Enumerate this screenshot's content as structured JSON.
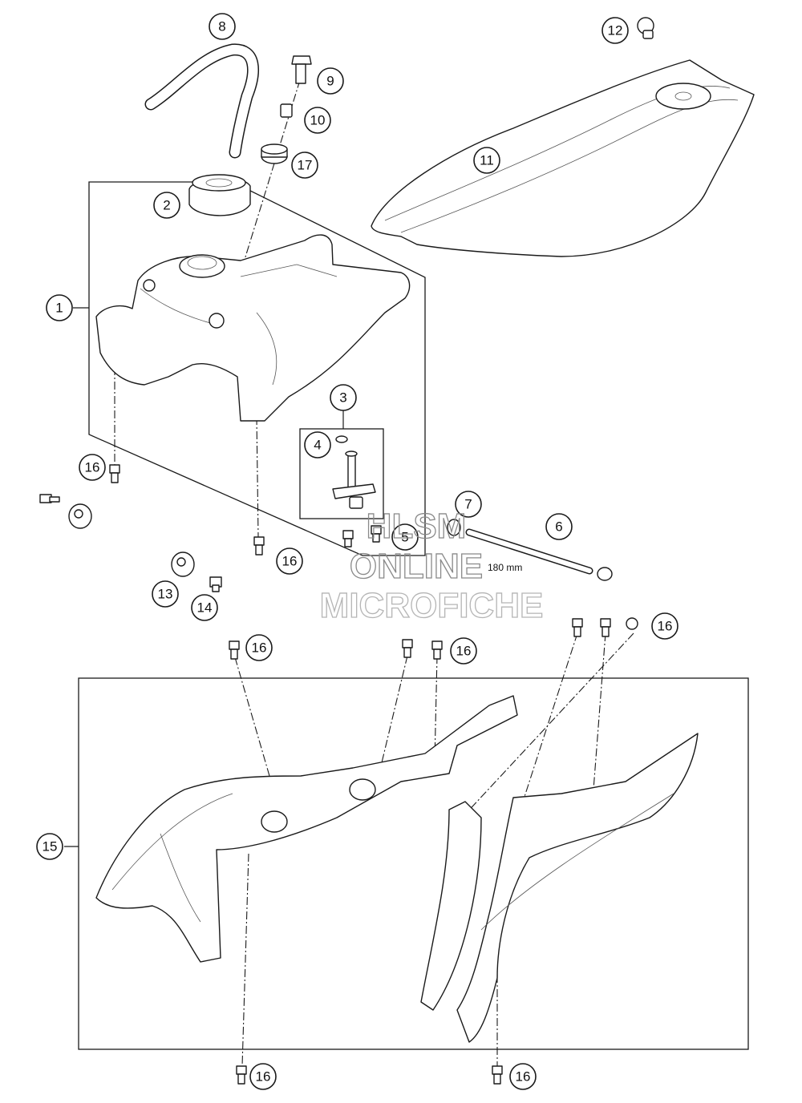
{
  "callouts": [
    {
      "id": "c1",
      "label": "1"
    },
    {
      "id": "c2",
      "label": "2"
    },
    {
      "id": "c3",
      "label": "3"
    },
    {
      "id": "c4",
      "label": "4"
    },
    {
      "id": "c5",
      "label": "5"
    },
    {
      "id": "c6",
      "label": "6"
    },
    {
      "id": "c7",
      "label": "7"
    },
    {
      "id": "c8",
      "label": "8"
    },
    {
      "id": "c9",
      "label": "9"
    },
    {
      "id": "c10",
      "label": "10"
    },
    {
      "id": "c11",
      "label": "11"
    },
    {
      "id": "c12",
      "label": "12"
    },
    {
      "id": "c13",
      "label": "13"
    },
    {
      "id": "c14",
      "label": "14"
    },
    {
      "id": "c15",
      "label": "15"
    },
    {
      "id": "c16a",
      "label": "16"
    },
    {
      "id": "c16b",
      "label": "16"
    },
    {
      "id": "c16c",
      "label": "16"
    },
    {
      "id": "c16d",
      "label": "16"
    },
    {
      "id": "c16e",
      "label": "16"
    },
    {
      "id": "c16f",
      "label": "16"
    },
    {
      "id": "c16g",
      "label": "16"
    },
    {
      "id": "c17",
      "label": "17"
    }
  ],
  "dimension": {
    "hose_length": "180 mm"
  },
  "watermark": {
    "line1": "HLSM",
    "line2": "ONLINE",
    "line3": "MICROFICHE"
  }
}
